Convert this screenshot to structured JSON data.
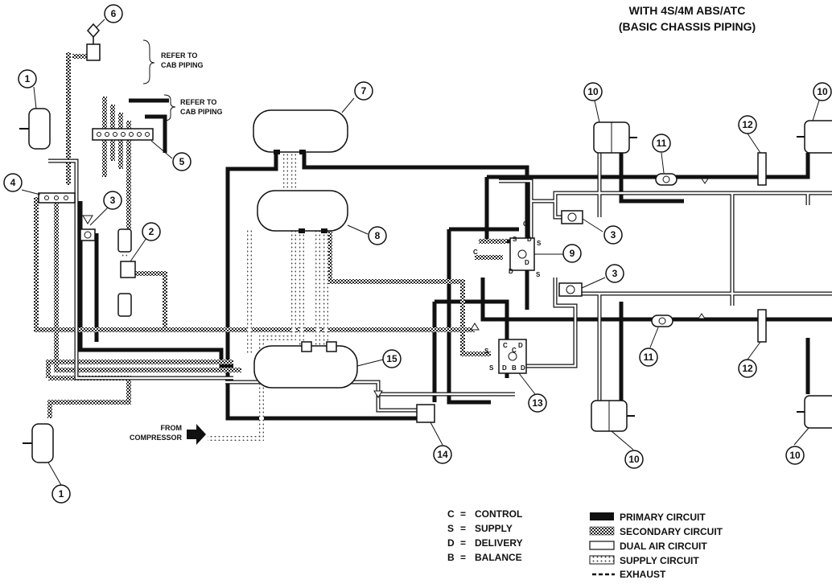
{
  "header": {
    "line1": "WITH 4S/4M ABS/ATC",
    "line2": "(BASIC CHASSIS PIPING)"
  },
  "notes": {
    "cab1": [
      "REFER TO",
      "CAB PIPING"
    ],
    "cab2": [
      "REFER TO",
      "CAB PIPING"
    ],
    "from_compressor": [
      "FROM",
      "COMPRESSOR"
    ]
  },
  "callouts": [
    "1",
    "1",
    "2",
    "3",
    "3",
    "3",
    "4",
    "5",
    "6",
    "7",
    "8",
    "9",
    "10",
    "10",
    "10",
    "10",
    "11",
    "11",
    "12",
    "12",
    "13",
    "14",
    "15"
  ],
  "port_letters": {
    "valve9": [
      "C",
      "S",
      "D",
      "S",
      "C",
      "D",
      "D",
      "S"
    ],
    "valve13": [
      "S",
      "C",
      "C",
      "D",
      "D",
      "B",
      "D",
      "S"
    ]
  },
  "key": [
    {
      "code": "C",
      "meaning": "CONTROL"
    },
    {
      "code": "S",
      "meaning": "SUPPLY"
    },
    {
      "code": "D",
      "meaning": "DELIVERY"
    },
    {
      "code": "B",
      "meaning": "BALANCE"
    }
  ],
  "legend": [
    {
      "style": "primary",
      "label": "PRIMARY CIRCUIT"
    },
    {
      "style": "secondary",
      "label": "SECONDARY CIRCUIT"
    },
    {
      "style": "dual",
      "label": "DUAL AIR CIRCUIT"
    },
    {
      "style": "supply",
      "label": "SUPPLY CIRCUIT"
    },
    {
      "style": "exhaust",
      "label": "EXHAUST"
    }
  ],
  "colors": {
    "ink": "#111111",
    "background": "#ffffff",
    "hatch": "#777777"
  }
}
